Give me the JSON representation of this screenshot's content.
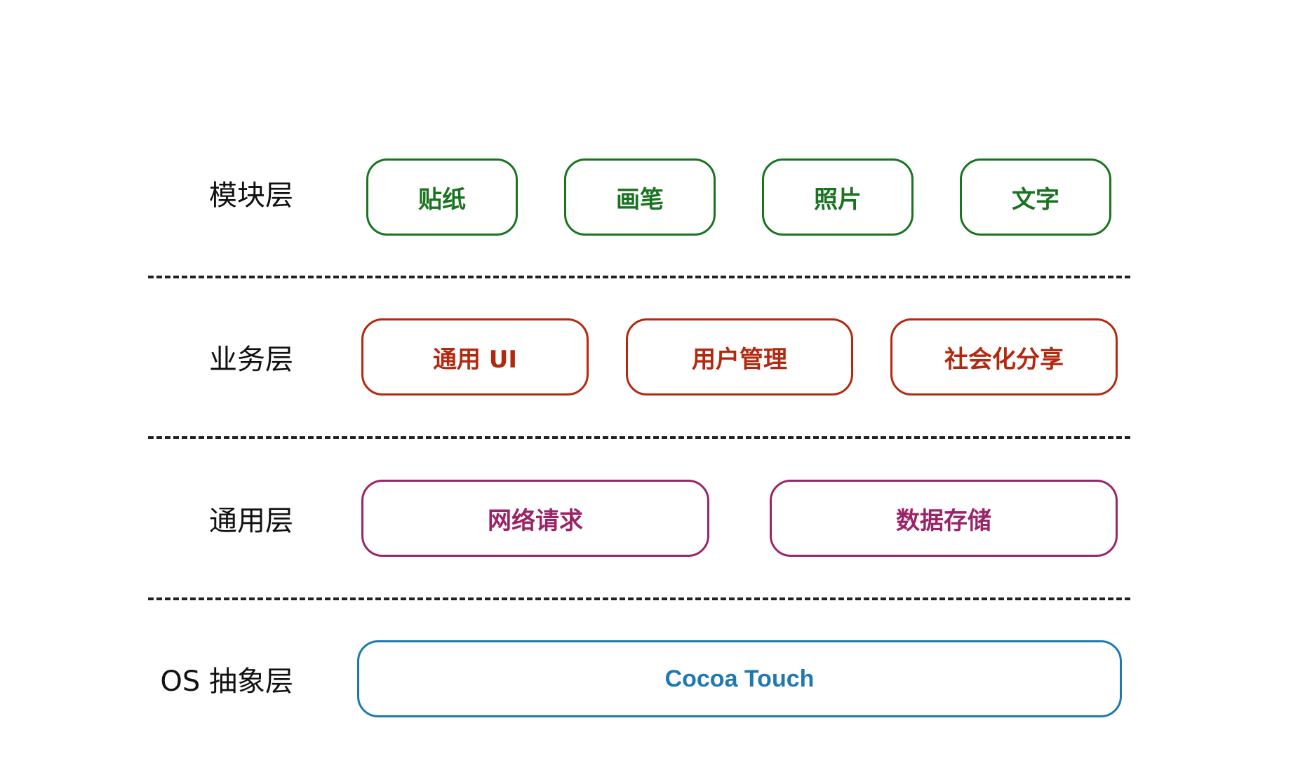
{
  "colors": {
    "module": "#19731f",
    "business": "#b2290f",
    "common": "#9b2468",
    "os": "#1f79b0"
  },
  "layers": [
    {
      "label": "模块层",
      "components": [
        "贴纸",
        "画笔",
        "照片",
        "文字"
      ]
    },
    {
      "label": "业务层",
      "components": [
        "通用 UI",
        "用户管理",
        "社会化分享"
      ]
    },
    {
      "label": "通用层",
      "components": [
        "网络请求",
        "数据存储"
      ]
    },
    {
      "label": "OS 抽象层",
      "components": [
        "Cocoa Touch"
      ]
    }
  ]
}
